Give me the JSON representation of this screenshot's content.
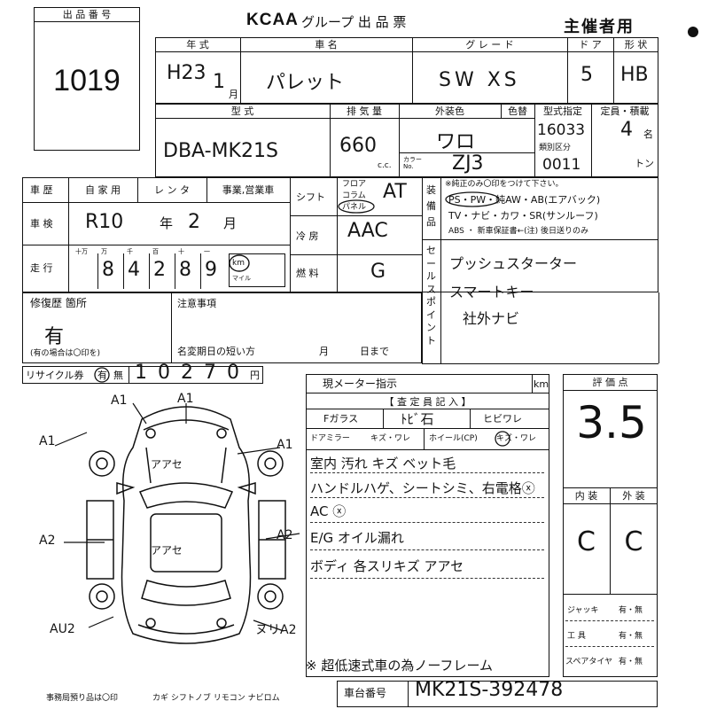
{
  "header": {
    "lot_label": "出 品 番 号",
    "lot_number": "1019",
    "brand": "KCAA",
    "group_title": "グループ 出 品 票",
    "organizer": "主催者用"
  },
  "row1": {
    "year_label": "年 式",
    "year_value": "H23",
    "month_value": "1",
    "month_unit": "月",
    "name_label": "車 名",
    "name_value": "パレット",
    "grade_label": "グ レ ー ド",
    "grade_value": "SW XS",
    "doors_label": "ド ア",
    "doors_value": "5",
    "body_label": "形 状",
    "body_value": "HB"
  },
  "row2": {
    "model_label": "型 式",
    "model_value": "DBA-MK21S",
    "disp_label": "排 気 量",
    "disp_value": "660",
    "disp_unit": "c.c.",
    "color_label": "外装色",
    "color_value": "ワロ",
    "color_change_label": "色替",
    "color_no_label": "カラー No.",
    "color_no_value": "ZJ3",
    "type_spec_label": "型式指定",
    "type_spec_value": "16033",
    "class_label": "類別区分",
    "class_value": "0011",
    "capacity_label": "定員・積載",
    "capacity_value": "4",
    "capacity_unit": "名",
    "ton_unit": "トン"
  },
  "history": {
    "label": "車 歴",
    "options": [
      "自 家 用",
      "レ ン タ",
      "事業,営業車"
    ]
  },
  "inspection": {
    "label": "車 検",
    "value": "R10",
    "year_unit": "年",
    "month_value": "2",
    "month_unit": "月"
  },
  "mileage": {
    "label": "走 行",
    "digit_units": [
      "十万",
      "万",
      "千",
      "百",
      "十",
      "一"
    ],
    "digits": [
      "",
      "8",
      "4",
      "2",
      "8",
      "9"
    ],
    "unit_km": "km",
    "unit_mile": "マイル"
  },
  "shift": {
    "label": "シフト",
    "options": [
      "フロア",
      "コラム",
      "パネル"
    ],
    "value": "AT"
  },
  "aircon": {
    "label": "冷 房",
    "value": "AAC"
  },
  "fuel": {
    "label": "燃 料",
    "value": "G"
  },
  "equipment": {
    "label": "装 備 品",
    "note": "※純正のみ〇印をつけて下さい。",
    "line1": "PS・PW・純AW・AB(エアバック)",
    "line2": "TV・ナビ・カワ・SR(サンルーフ)",
    "line3": "ABS ・ 新車保証書←(注) 後日送りのみ"
  },
  "sales_point": {
    "label": "セールスポイント",
    "lines": [
      "プッシュスターター",
      "スマートキー",
      "社外ナビ"
    ]
  },
  "repair": {
    "label": "修復歴 箇所",
    "value": "有",
    "sub": "(有の場合は〇印を)"
  },
  "notes": {
    "label": "注意事項",
    "deadline_label": "名変期日の短い方",
    "month_unit": "月",
    "day_unit": "日まで"
  },
  "recycle": {
    "label": "リサイクル券",
    "yes": "有",
    "no": "無",
    "amount": "10270",
    "unit": "円"
  },
  "meter": {
    "label": "現メーター指示",
    "unit": "km"
  },
  "inspector": {
    "title": "【 査 定 員 記 入 】",
    "glass_label": "Fガラス",
    "glass_value": "ﾄﾋﾞ石",
    "crack_label": "ヒビワレ",
    "mirror_label": "ドアミラー",
    "mirror_opts": "キズ・ワレ",
    "wheel_label": "ホイール(CP)",
    "wheel_opts": "キズ・ワレ",
    "comments": [
      "室内 汚れ キズ ベット毛",
      "ハンドルハゲ、シートシミ、右電格ⓧ",
      "AC ⓧ",
      "E/G オイル漏れ",
      "ボディ 各スリキズ アアセ",
      "※ 超低速式車の為ノーフレーム"
    ]
  },
  "score": {
    "label": "評 価 点",
    "value": "3.5",
    "interior_label": "内 装",
    "exterior_label": "外 装",
    "interior_value": "C",
    "exterior_value": "C"
  },
  "accessories": [
    {
      "label": "ジャッキ",
      "opts": "有・無"
    },
    {
      "label": "工 具",
      "opts": "有・無"
    },
    {
      "label": "スペアタイヤ",
      "opts": "有・無"
    }
  ],
  "chassis": {
    "label": "車台番号",
    "value": "MK21S-392478"
  },
  "footer": {
    "office_note": "事務局預り品は〇印",
    "items": "カギ シフトノブ リモコン ナビロム"
  },
  "damage_marks": {
    "front": "A1",
    "left_front": "A1",
    "right_front": "A1",
    "bonnet": "アアセ",
    "left_side": "A2",
    "right_side": "A2",
    "roof": "アアセ",
    "left_rear": "AU2",
    "right_rear": "ヌリA2"
  }
}
